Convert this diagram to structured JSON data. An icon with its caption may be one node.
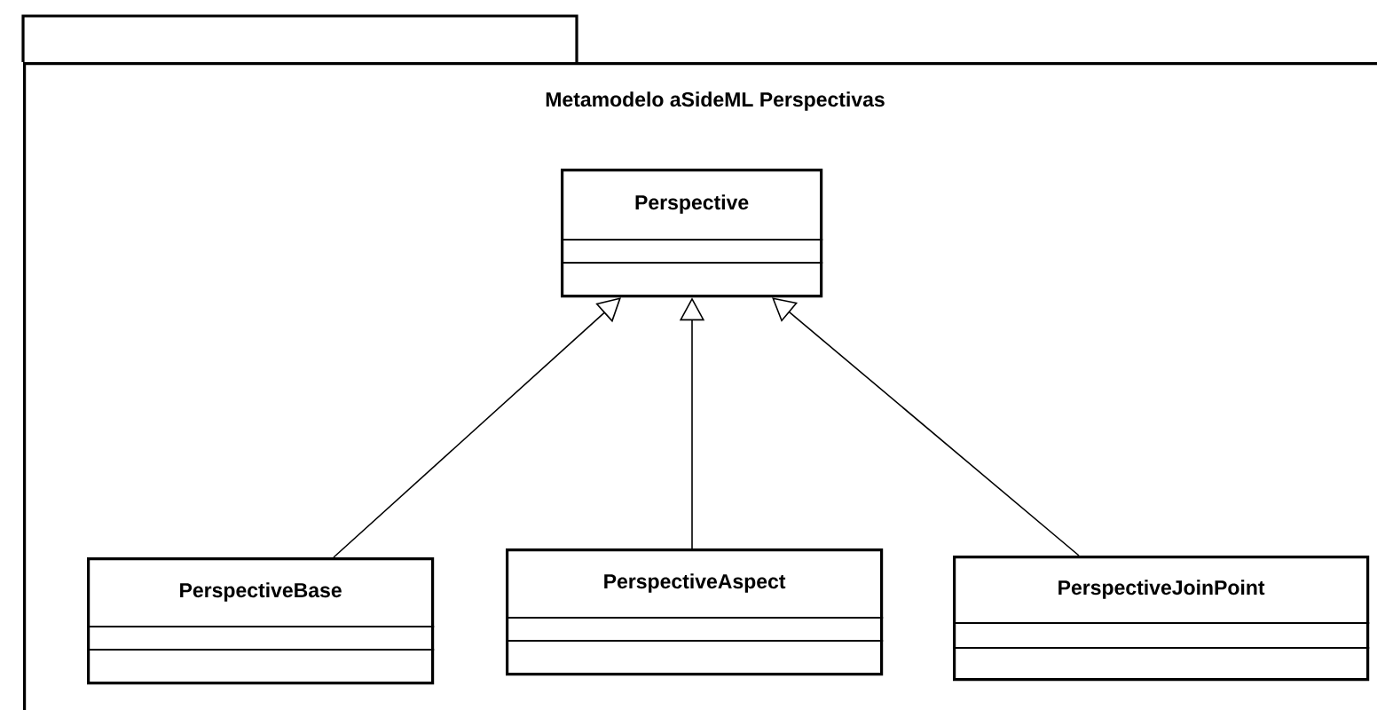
{
  "diagram": {
    "nodes": [
      {
        "text": [
          "Metamodelo aSideML Perspectivas"
        ]
      },
      {
        "text": [
          "Perspective"
        ],
        "in": 0
      },
      {
        "text": [
          "PerspectiveBase"
        ],
        "in": 0
      },
      {
        "text": [
          "PerspectiveAspect"
        ],
        "in": 0
      },
      {
        "text": [
          "PerspectiveJoinPoint"
        ],
        "in": 0
      }
    ],
    "edges": [
      {
        "from": 2,
        "to": 1,
        "arrow": "to"
      },
      {
        "from": 3,
        "to": 1,
        "arrow": "to"
      },
      {
        "from": 4,
        "to": 1,
        "arrow": "to"
      }
    ]
  }
}
